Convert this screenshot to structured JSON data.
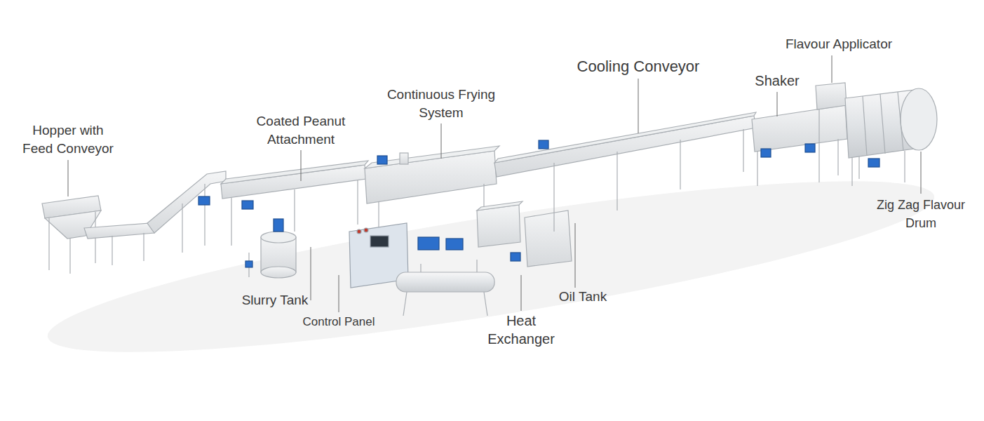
{
  "diagram": {
    "labels": [
      "Hopper with Feed Conveyor",
      "Coated Peanut Attachment",
      "Continuous Frying System",
      "Cooling Conveyor",
      "Shaker",
      "Flavour Applicator",
      "Zig Zag Flavour Drum",
      "Slurry Tank",
      "Control Panel",
      "Heat Exchanger",
      "Oil Tank"
    ]
  }
}
